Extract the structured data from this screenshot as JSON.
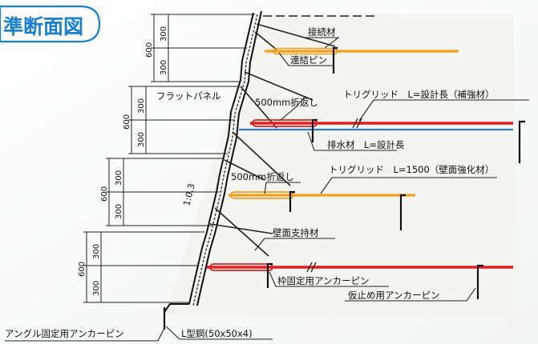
{
  "title": "準断面図",
  "labels": {
    "joint": "接続材",
    "pin": "連結ピン",
    "flat_panel": "フラットパネル",
    "fold_upper": "500mm折返し",
    "fold_lower": "500mm折返し",
    "trigrid_main": "トリグリッド　L=設計長（補強材）",
    "drain": "排水材　L=設計長",
    "trigrid_wall": "トリグリッド　L=1500（壁面強化材）",
    "wall_support": "壁面支持材",
    "slope": "1:0.3",
    "frame_pin": "枠固定用アンカーピン",
    "temp_pin": "仮止め用アンカーピン",
    "angle_pin": "アングル固定用アンカーピン",
    "angle_steel": "L型鋼(50x50x4)"
  },
  "dimensions": {
    "tier1": {
      "total": "600",
      "upper": "300",
      "lower": "300"
    },
    "tier2": {
      "total": "600",
      "upper": "300",
      "lower": "300"
    },
    "tier3": {
      "total": "600",
      "upper": "300",
      "lower": "300"
    },
    "tier4": {
      "total": "600",
      "upper": "300",
      "lower": "300"
    }
  },
  "colors": {
    "red": "#e02020",
    "orange": "#f0a020",
    "blue": "#2a7fc8",
    "title": "#1a7fd0",
    "fill": "#f4f4f1"
  }
}
